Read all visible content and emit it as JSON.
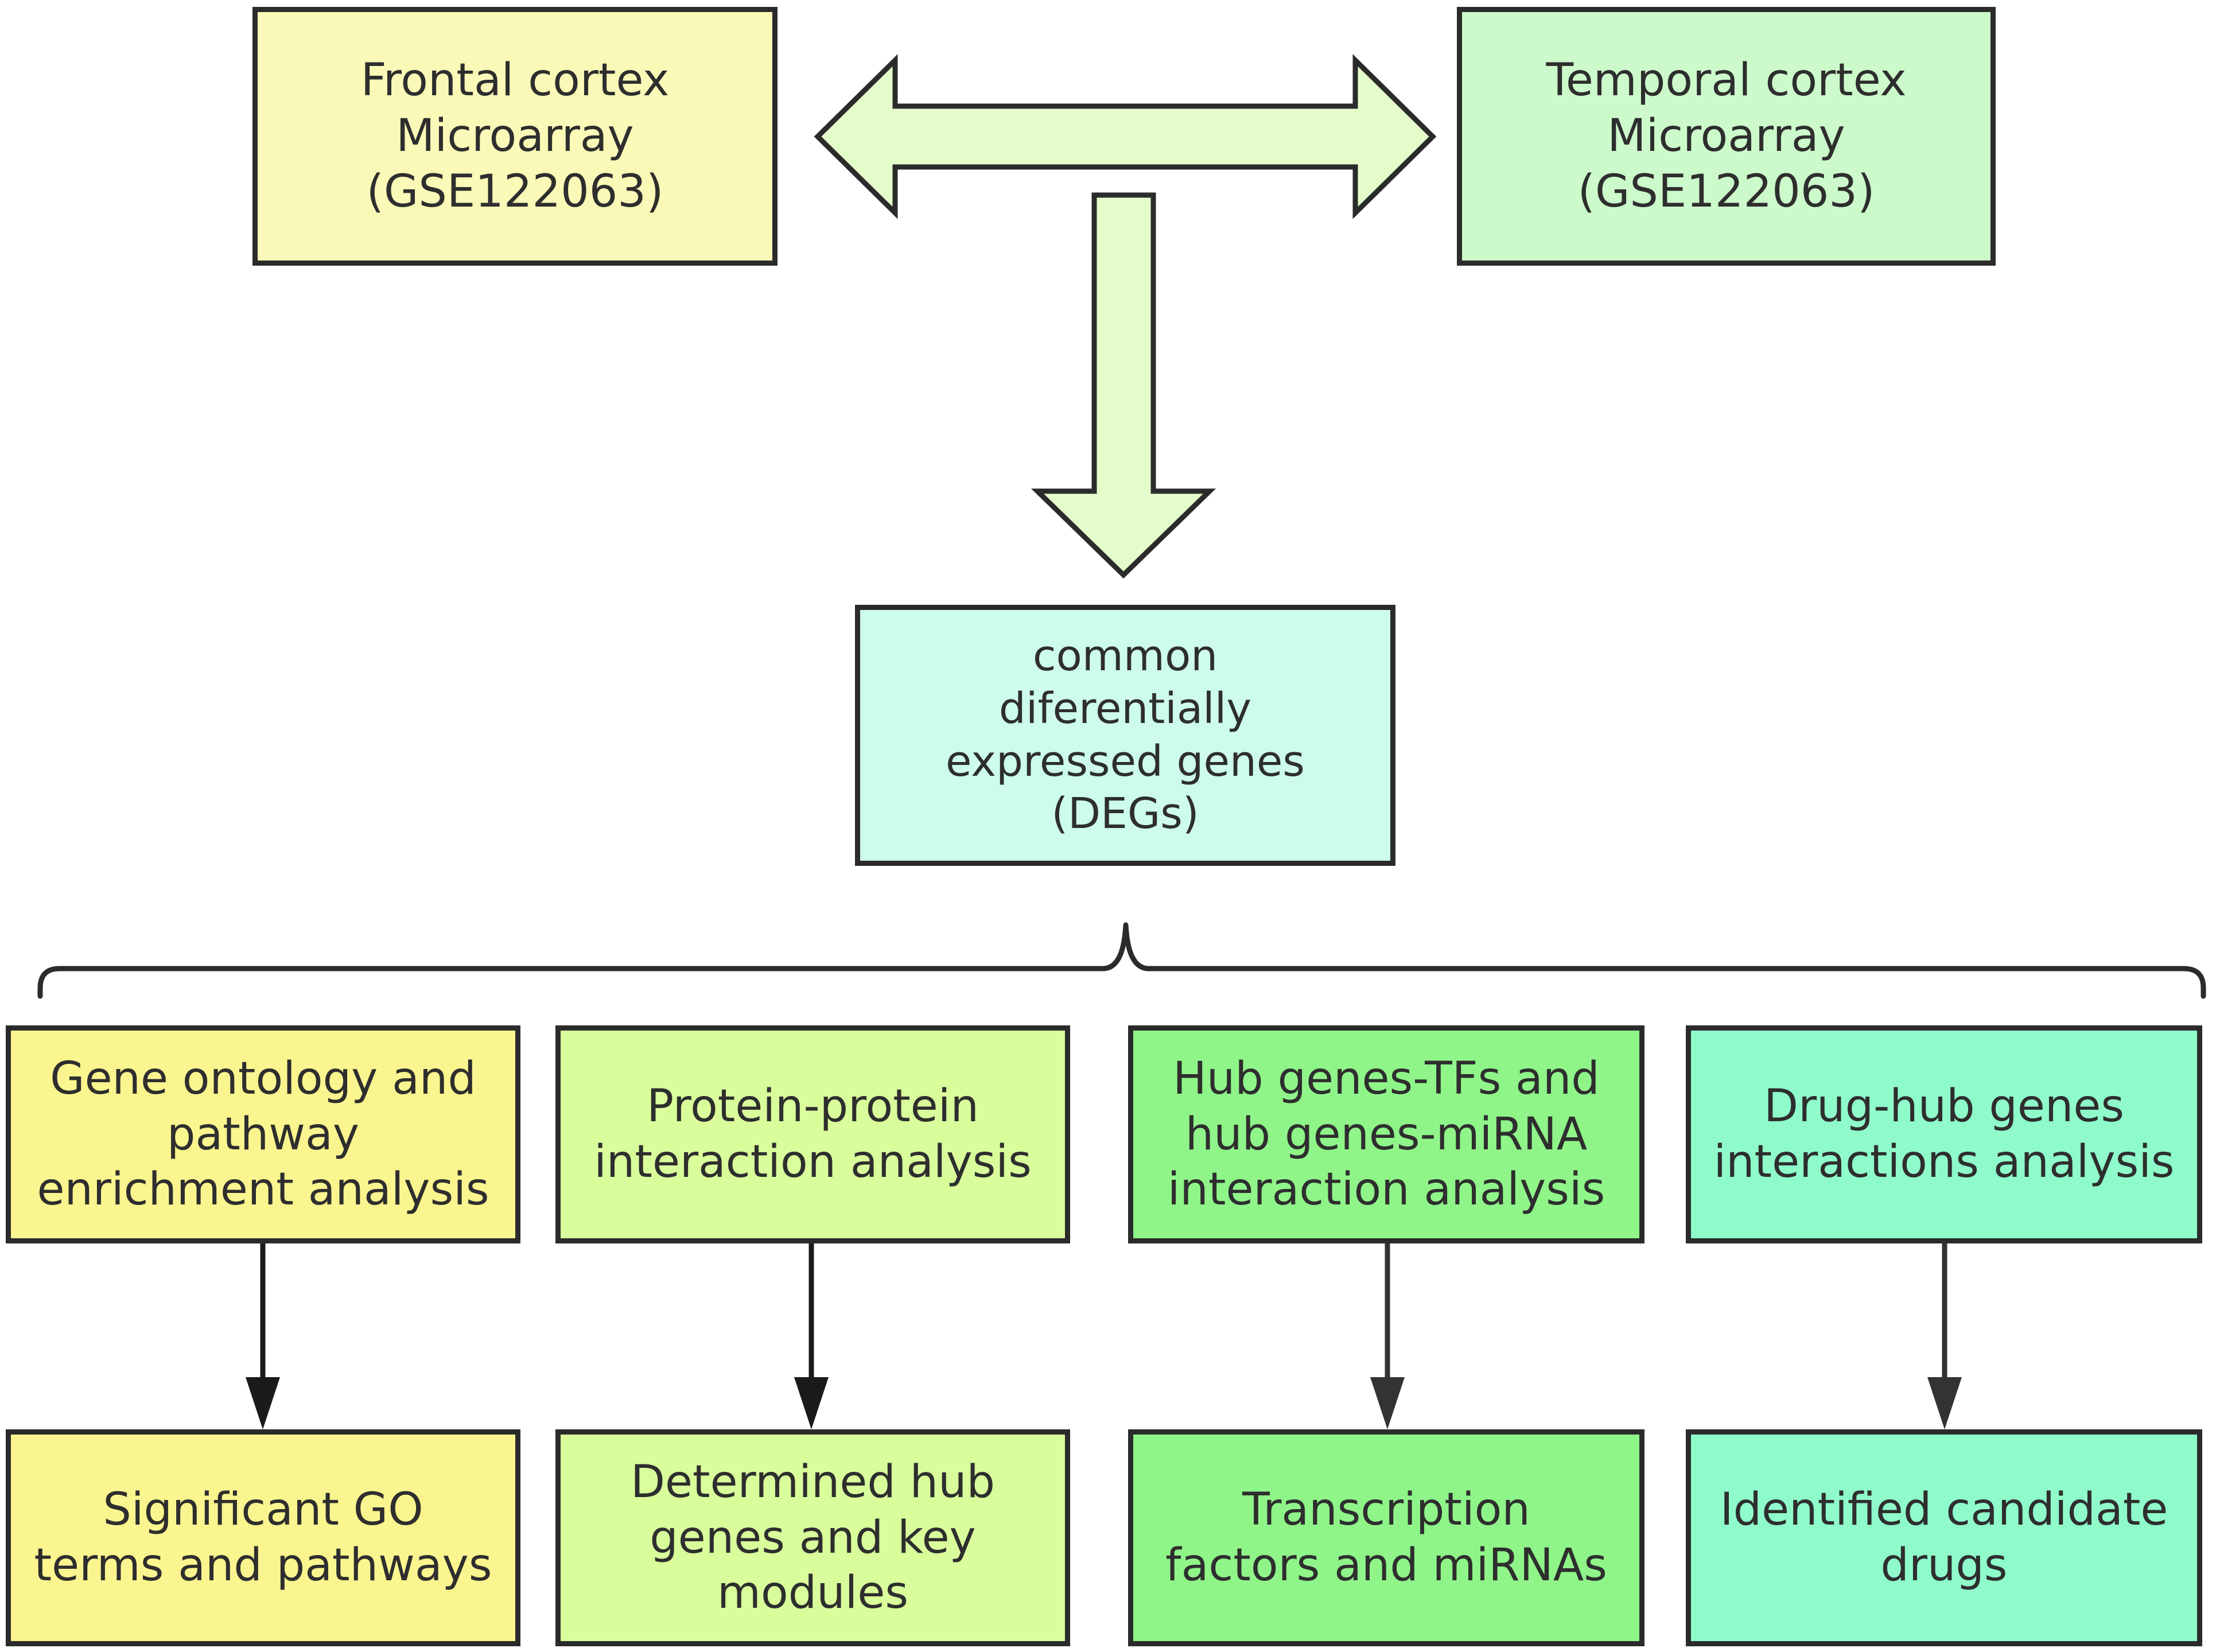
{
  "diagram": {
    "top": {
      "frontal": {
        "lines": [
          "Frontal cortex",
          "Microarray",
          "(GSE122063)"
        ]
      },
      "temporal": {
        "lines": [
          "Temporal cortex",
          "Microarray",
          "(GSE122063)"
        ]
      }
    },
    "center": {
      "degs": {
        "lines": [
          "common",
          "diferentially",
          "expressed genes",
          "(DEGs)"
        ]
      }
    },
    "analyses": [
      {
        "lines": [
          "Gene ontology and",
          "pathway",
          "enrichment analysis"
        ]
      },
      {
        "lines": [
          "Protein-protein",
          "interaction analysis"
        ]
      },
      {
        "lines": [
          "Hub genes-TFs and",
          "hub genes-miRNA",
          "interaction analysis"
        ]
      },
      {
        "lines": [
          "Drug-hub genes",
          "interactions analysis"
        ]
      }
    ],
    "results": [
      {
        "lines": [
          "Significant GO",
          "terms and pathways"
        ]
      },
      {
        "lines": [
          "Determined hub",
          "genes and key",
          "modules"
        ]
      },
      {
        "lines": [
          "Transcription",
          "factors and miRNAs"
        ]
      },
      {
        "lines": [
          "Identified candidate",
          "drugs"
        ]
      }
    ],
    "colors": {
      "border": "#2b2b2b",
      "text": "#2e2e2e",
      "frontal_fill": "#fbf9b8",
      "temporal_fill": "#ccfacb",
      "degs_fill": "#cdfcea",
      "big_arrow_fill": "#e4fcca",
      "column1_fill": "#fbf58f",
      "column2_fill": "#d9fd9b",
      "column3_fill": "#8ff589",
      "column4_fill": "#8ffbcb"
    }
  }
}
